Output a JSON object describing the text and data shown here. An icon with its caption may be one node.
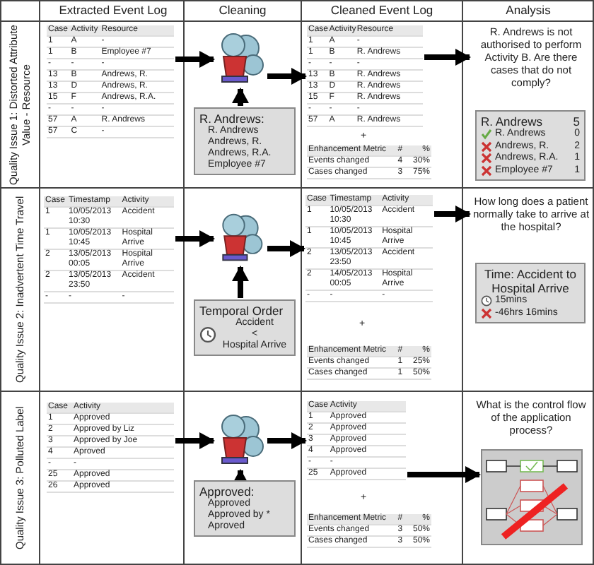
{
  "diagram": {
    "nodes": [
      {
        "text": [
          "Case",
          "Activity",
          "Resource",
          "1",
          "A",
          "-",
          "1",
          "B",
          "Employee #7",
          "-",
          "-",
          "-",
          "13",
          "B",
          "Andrews, R.",
          "13",
          "D",
          "Andrews, R.",
          "15",
          "F",
          "Andrews, R.A.",
          "-",
          "-",
          "-",
          "57",
          "A",
          "R. Andrews",
          "57",
          "C",
          "-"
        ]
      },
      {
        "text": [],
        "shape": "picture"
      },
      {
        "text": [
          "R. Andrews:",
          "R. Andrews",
          "Andrews, R.",
          "Andrews, R.A.",
          "Employee #7"
        ]
      },
      {
        "text": [
          "Case",
          "Activity",
          "Resource",
          "1",
          "A",
          "-",
          "1",
          "B",
          "R. Andrews",
          "-",
          "-",
          "-",
          "13",
          "B",
          "R. Andrews",
          "13",
          "D",
          "R. Andrews",
          "15",
          "F",
          "R. Andrews",
          "-",
          "-",
          "-",
          "57",
          "A",
          "R. Andrews"
        ]
      },
      {
        "text": [
          "Enhancement Metric",
          "#",
          "%",
          "Events changed",
          "4",
          "30%",
          "Cases changed",
          "3",
          "75%"
        ]
      },
      {
        "text": [
          "R. Andrews is not authorised to perform Activity B. Are there cases that do not comply?"
        ]
      },
      {
        "text": [
          "R. Andrews",
          "5",
          "R. Andrews",
          "0",
          "Andrews, R.",
          "2",
          "Andrews, R.A.",
          "1",
          "Employee #7",
          "1"
        ]
      },
      {
        "text": [
          "Case",
          "Timestamp",
          "Activity",
          "1",
          "10/05/2013 10:30",
          "Accident",
          "1",
          "10/05/2013 10:45",
          "Hospital Arrive",
          "2",
          "13/05/2013 00:05",
          "Hospital Arrive",
          "2",
          "13/05/2013 23:50",
          "Accident",
          "-",
          "-",
          "-"
        ]
      },
      {
        "text": [],
        "shape": "picture"
      },
      {
        "text": [
          "Temporal Order",
          "Accident",
          "<",
          "Hospital Arrive"
        ]
      },
      {
        "text": [
          "Case",
          "Timestamp",
          "Activity",
          "1",
          "10/05/2013 10:30",
          "Accident",
          "1",
          "10/05/2013 10:45",
          "Hospital Arrive",
          "2",
          "13/05/2013 23:50",
          "Accident",
          "2",
          "14/05/2013 00:05",
          "Hospital Arrive",
          "-",
          "-",
          "-"
        ]
      },
      {
        "text": [
          "Enhancement Metric",
          "#",
          "%",
          "Events changed",
          "1",
          "25%",
          "Cases changed",
          "1",
          "50%"
        ]
      },
      {
        "text": [
          "How long does a patient normally take to arrive at the hospital?"
        ]
      },
      {
        "text": [
          "Time: Accident to Hospital Arrive",
          "15mins",
          "-46hrs 16mins"
        ]
      },
      {
        "text": [
          "Case",
          "Activity",
          "1",
          "Approved",
          "2",
          "Approved by Liz",
          "3",
          "Approved by Joe",
          "4",
          "Aproved",
          "-",
          "-",
          "25",
          "Approved",
          "26",
          "Approved"
        ]
      },
      {
        "text": [],
        "shape": "picture"
      },
      {
        "text": [
          "Approved:",
          "Approved",
          "Approved by *",
          "Aproved"
        ]
      },
      {
        "text": [
          "Case",
          "Activity",
          "1",
          "Approved",
          "2",
          "Approved",
          "3",
          "Approved",
          "4",
          "Approved",
          "-",
          "-",
          "25",
          "Approved"
        ]
      },
      {
        "text": [
          "Enhancement Metric",
          "#",
          "%",
          "Events changed",
          "3",
          "50%",
          "Cases changed",
          "3",
          "50%"
        ]
      },
      {
        "text": [
          "What is the control flow of the application process?"
        ]
      },
      {
        "text": [],
        "shape": "picture"
      }
    ],
    "edges": [
      {
        "from": 0,
        "to": 1,
        "arrow": "to"
      },
      {
        "from": 2,
        "to": 1,
        "arrow": "to"
      },
      {
        "from": 1,
        "to": 3,
        "arrow": "to"
      },
      {
        "from": 3,
        "to": 5,
        "arrow": "to"
      },
      {
        "from": 7,
        "to": 8,
        "arrow": "to"
      },
      {
        "from": 9,
        "to": 8,
        "arrow": "to"
      },
      {
        "from": 8,
        "to": 10,
        "arrow": "to"
      },
      {
        "from": 10,
        "to": 12,
        "arrow": "to"
      },
      {
        "from": 14,
        "to": 15,
        "arrow": "to"
      },
      {
        "from": 16,
        "to": 15,
        "arrow": "to"
      },
      {
        "from": 15,
        "to": 17,
        "arrow": "to"
      },
      {
        "from": 17,
        "to": 20,
        "arrow": "to"
      }
    ],
    "labels": [
      "Extracted Event Log",
      "Cleaning",
      "Cleaned Event Log",
      "Analysis",
      "Quality Issue 1: Distorted Attribute Value - Resource",
      "+",
      "Quality Issue 2: Inadvertent Time Travel",
      "+",
      "Quality Issue 3: Polluted Label",
      "+"
    ]
  }
}
